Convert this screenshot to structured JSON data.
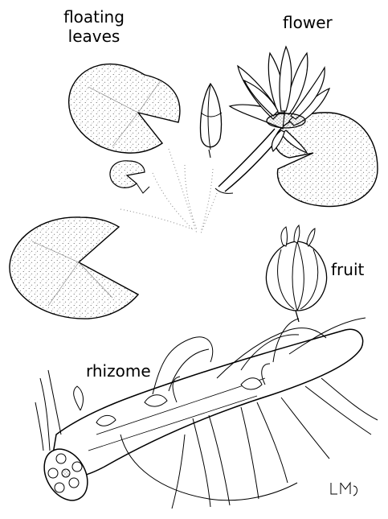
{
  "labels": {
    "floating_leaves_line1": "floating",
    "floating_leaves_line2": "leaves",
    "flower": "flower",
    "fruit": "fruit",
    "rhizome": "rhizome"
  },
  "signature": "LMJ",
  "colors": {
    "ink": "#000000",
    "stipple": "#555555",
    "background": "#ffffff"
  }
}
